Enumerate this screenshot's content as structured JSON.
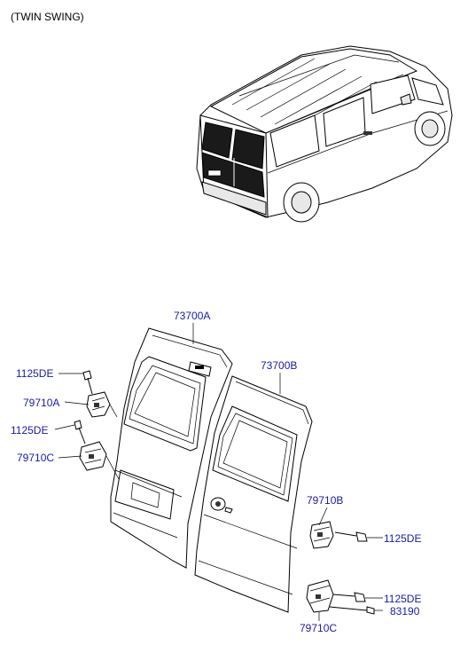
{
  "title": "(TWIN SWING)",
  "parts": {
    "door_left": "73700A",
    "door_right": "73700B",
    "bolt_upper_left": "1125DE",
    "hinge_upper_left": "79710A",
    "bolt_lower_left": "1125DE",
    "hinge_lower_left": "79710C",
    "hinge_upper_right": "79710B",
    "bolt_upper_right": "1125DE",
    "bolt_lower_right": "1125DE",
    "pin_lower_right": "83190",
    "hinge_lower_right": "79710C"
  },
  "colors": {
    "label": "#1a1aa8",
    "line": "#000000"
  }
}
